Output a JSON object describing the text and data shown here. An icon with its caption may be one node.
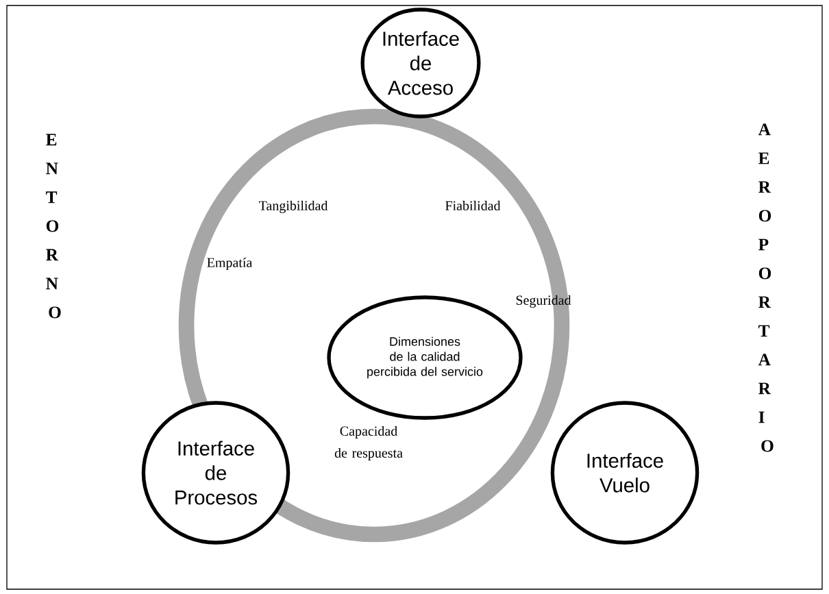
{
  "diagram": {
    "nodes": [
      {
        "text": [
          "Interface de Acceso"
        ]
      },
      {
        "text": [
          "Dimensiones de la calidad percibida del servicio"
        ]
      },
      {
        "text": [
          "Interface de Procesos"
        ]
      },
      {
        "text": [
          "Interface Vuelo"
        ]
      }
    ],
    "labels": [
      "ENTORNO",
      "Tangibilidad",
      "Fiabilidad",
      "Empatía",
      "Seguridad",
      "Capacidad de respuesta",
      "AEROPORTARIO"
    ]
  }
}
